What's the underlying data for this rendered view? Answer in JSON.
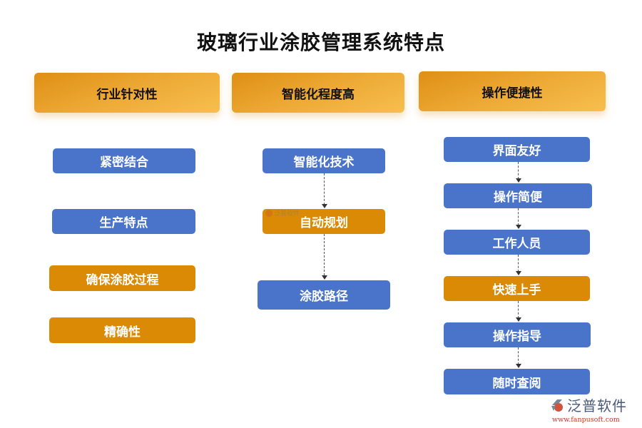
{
  "title": "玻璃行业涂胶管理系统特点",
  "columns": [
    {
      "header": "行业针对性",
      "items": [
        {
          "label": "紧密结合",
          "color": "blue"
        },
        {
          "label": "生产特点",
          "color": "blue"
        },
        {
          "label": "确保涂胶过程",
          "color": "orange"
        },
        {
          "label": "精确性",
          "color": "orange"
        }
      ]
    },
    {
      "header": "智能化程度高",
      "items": [
        {
          "label": "智能化技术",
          "color": "blue"
        },
        {
          "label": "自动规划",
          "color": "orange"
        },
        {
          "label": "涂胶路径",
          "color": "blue"
        }
      ]
    },
    {
      "header": "操作便捷性",
      "items": [
        {
          "label": "界面友好",
          "color": "blue"
        },
        {
          "label": "操作简便",
          "color": "blue"
        },
        {
          "label": "工作人员",
          "color": "blue"
        },
        {
          "label": "快速上手",
          "color": "orange"
        },
        {
          "label": "操作指导",
          "color": "blue"
        },
        {
          "label": "随时查阅",
          "color": "blue"
        }
      ]
    }
  ],
  "colors": {
    "blue": "#4a74c9",
    "orange": "#da8a05",
    "header_gradient_start": "#df8f14",
    "header_gradient_end": "#f7bf4e"
  },
  "watermark": {
    "brand": "泛普软件",
    "url": "www.fanpusoft.com"
  }
}
